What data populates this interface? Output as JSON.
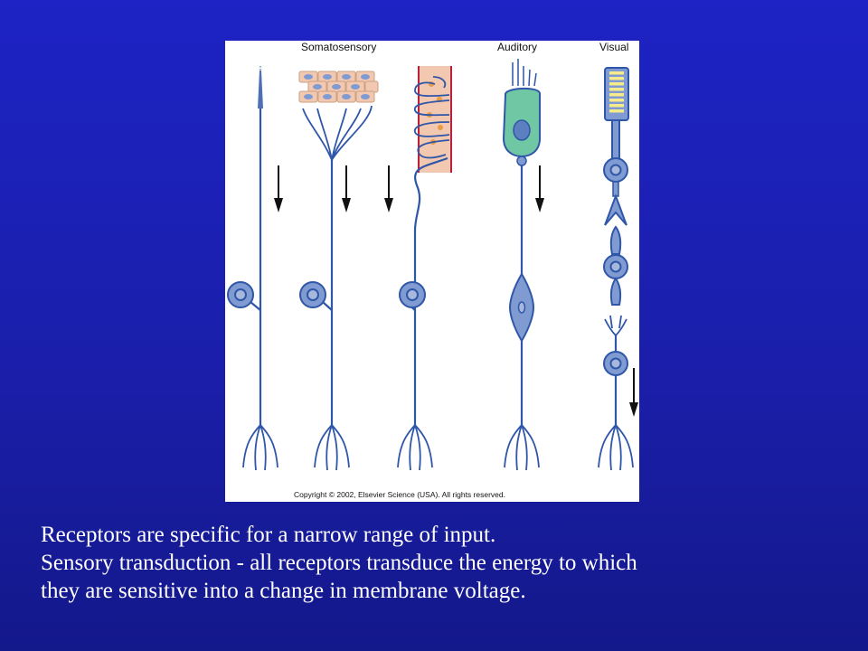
{
  "figure": {
    "labels": {
      "somatosensory": "Somatosensory",
      "auditory": "Auditory",
      "visual": "Visual"
    },
    "copyright": "Copyright © 2002, Elsevier Science (USA). All rights reserved."
  },
  "caption": {
    "line1": "Receptors are specific for a narrow range of input.",
    "line2": "Sensory transduction - all receptors transduce the energy to which",
    "line3": "they are sensitive into a change in membrane voltage."
  },
  "colors": {
    "background": "#1a1ea8",
    "neuron": "#2f56a8",
    "cell_fill": "#7f9bd1",
    "hair_cell": "#6fc7a4",
    "skin": "#f2c8b0",
    "vessel": "#b8203c",
    "photoreceptor": "#f5ea8c"
  }
}
